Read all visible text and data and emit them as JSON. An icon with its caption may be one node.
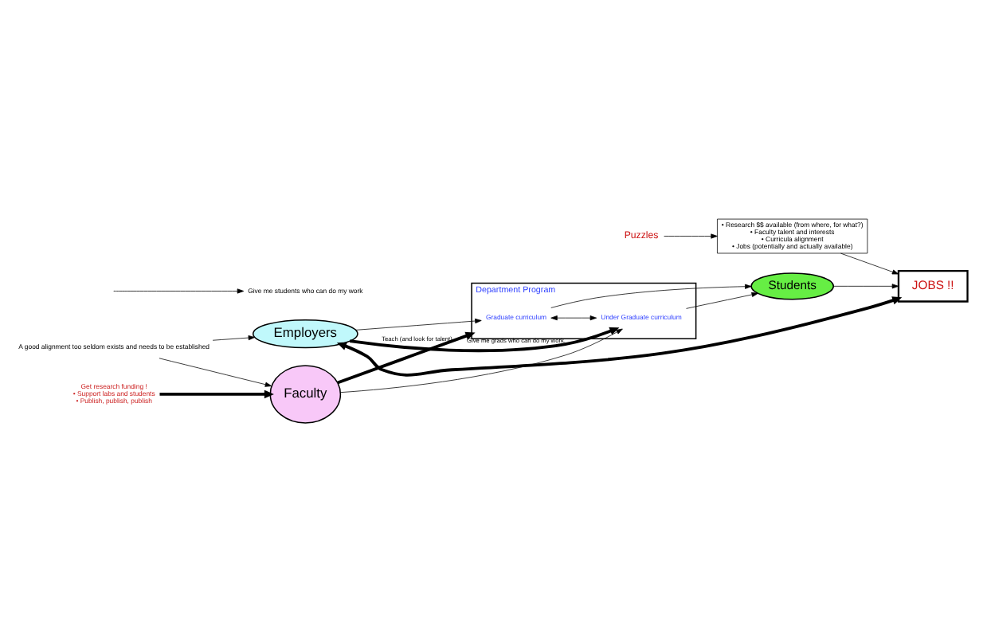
{
  "diagram": {
    "nodes": [
      {
        "text": [
          "Get research funding !",
          "• Support labs and students",
          "• Publish, publish, publish"
        ]
      },
      {
        "text": [
          "Puzzles"
        ]
      },
      {
        "text": [
          "• Research $$ available (from where, for what?)",
          "• Faculty talent and interests",
          "• Curricula alignment",
          "• Jobs (potentially and actually available)"
        ]
      },
      {
        "text": [
          "Faculty"
        ]
      },
      {
        "text": [
          "Department Program"
        ]
      },
      {
        "text": [
          "Graduate curriculum"
        ],
        "in": 4
      },
      {
        "text": [
          "Under Graduate curriculum"
        ],
        "in": 4
      },
      {
        "text": [
          "Students"
        ]
      },
      {
        "text": [
          "Employers"
        ]
      },
      {
        "text": [
          "JOBS !!"
        ]
      },
      {
        "text": [
          "Give me students who can do my work"
        ]
      },
      {
        "text": [
          "A good alignment too seldom exists and needs to be established"
        ]
      }
    ],
    "edges": [
      {
        "from": 0,
        "to": 3,
        "arrow": "to",
        "style": "thick"
      },
      {
        "from": 1,
        "to": 2,
        "arrow": "to"
      },
      {
        "from": 3,
        "to": 4,
        "arrow": "to",
        "style": "thick",
        "label": "Teach (and look for talent)"
      },
      {
        "from": null,
        "to": 10,
        "arrow": "to"
      },
      {
        "from": 3,
        "to": 6,
        "arrow": "to"
      },
      {
        "from": 8,
        "to": 5,
        "arrow": "to"
      },
      {
        "from": 8,
        "to": 6,
        "arrow": "to",
        "style": "thick",
        "label": "Give me grads who can do my work."
      },
      {
        "from": 5,
        "to": 6,
        "arrow": "both"
      },
      {
        "from": 5,
        "to": 7,
        "arrow": "to"
      },
      {
        "from": 6,
        "to": 7,
        "arrow": "to"
      },
      {
        "from": 7,
        "to": 9,
        "arrow": "to"
      },
      {
        "from": 2,
        "to": 9,
        "arrow": "to"
      },
      {
        "from": 11,
        "to": 3,
        "arrow": "to"
      },
      {
        "from": 11,
        "to": 8,
        "arrow": "to"
      },
      {
        "from": 9,
        "to": 8,
        "arrow": "both",
        "style": "thick"
      }
    ]
  }
}
